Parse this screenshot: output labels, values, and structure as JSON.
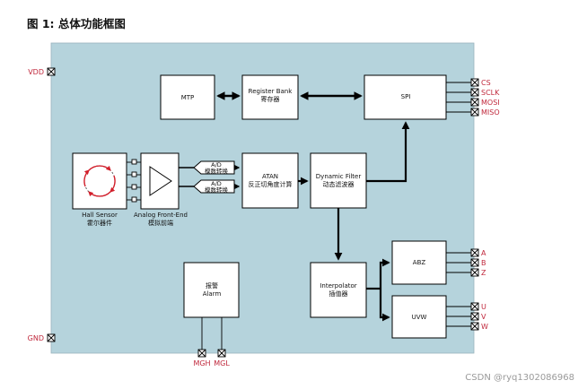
{
  "figure_title": "图 1: 总体功能框图",
  "left_pins": {
    "vdd": "VDD",
    "gnd": "GND"
  },
  "blocks": {
    "mtp": "MTP",
    "register_bank_en": "Register Bank",
    "register_bank_zh": "寄存器",
    "spi": "SPI",
    "hall_sensor_en": "Hall Sensor",
    "hall_sensor_zh": "霍尔器件",
    "afe_en": "Analog Front-End",
    "afe_zh": "模拟前端",
    "adc_top_en": "A/D",
    "adc_top_zh": "模数转换",
    "adc_bottom_en": "A/D",
    "adc_bottom_zh": "模数转换",
    "atan_en": "ATAN",
    "atan_zh": "反正切角度计算",
    "filter_en": "Dynamic Filter",
    "filter_zh": "动态滤波器",
    "abz": "ABZ",
    "interp_en": "Interpolator",
    "interp_zh": "插值器",
    "uvw": "UVW",
    "alarm_zh": "报警",
    "alarm_en": "Alarm"
  },
  "right_pins": {
    "cs": "CS",
    "sclk": "SCLK",
    "mosi": "MOSI",
    "miso": "MISO",
    "a": "A",
    "b": "B",
    "z": "Z",
    "u": "U",
    "v": "V",
    "w": "W"
  },
  "bottom_pins": {
    "mgh": "MGH",
    "mgl": "MGL"
  },
  "watermark": "CSDN @ryq1302086968",
  "colors": {
    "chip_fill": "#b5d3dc",
    "pin_label": "#c0283c",
    "line": "#000000",
    "hall_arrow": "#d21f2b"
  }
}
